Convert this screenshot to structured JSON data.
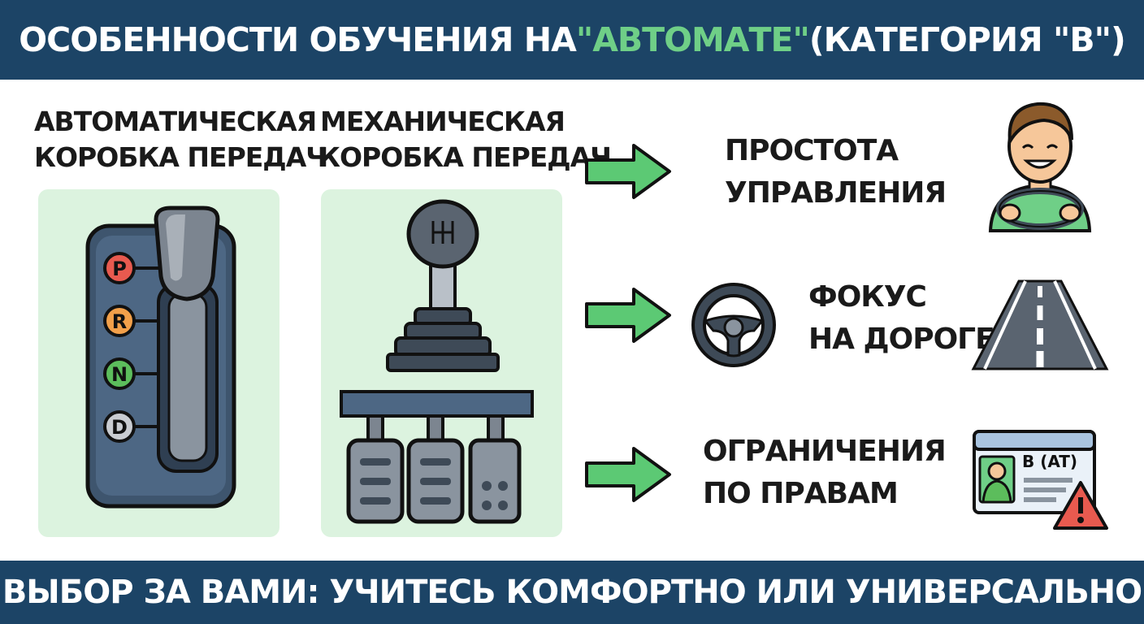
{
  "header": {
    "title_start": "ОСОБЕННОСТИ ОБУЧЕНИЯ НА ",
    "title_accent": "\"АВТОМАТЕ\"",
    "title_end": " (КАТЕГОРИЯ \"B\")"
  },
  "columns": {
    "auto": {
      "line1": "АВТОМАТИЧЕСКАЯ",
      "line2": "КОРОБКА ПЕРЕДАЧ"
    },
    "manual": {
      "line1": "МЕХАНИЧЕСКАЯ",
      "line2": "КОРОБКА ПЕРЕДАЧ"
    }
  },
  "gears": [
    "P",
    "R",
    "N",
    "D"
  ],
  "features": [
    {
      "line1": "ПРОСТОТА",
      "line2": "УПРАВЛЕНИЯ"
    },
    {
      "line1": "ФОКУС",
      "line2": "НА ДОРОГЕ"
    },
    {
      "line1": "ОГРАНИЧЕНИЯ",
      "line2": "ПО ПРАВАМ"
    }
  ],
  "license": {
    "category": "B (AT)"
  },
  "footer": {
    "text": "ВЫБОР ЗА ВАМИ: УЧИТЕСЬ КОМФОРТНО ИЛИ УНИВЕРСАЛЬНО"
  },
  "colors": {
    "banner": "#1c4466",
    "accent": "#6fcf87",
    "panel": "#dcf3df",
    "arrow": "#5cc974",
    "gear_p": "#e85a4f",
    "gear_r": "#f2a04a",
    "gear_n": "#5cbd5c",
    "gear_d": "#c9ccd1"
  }
}
